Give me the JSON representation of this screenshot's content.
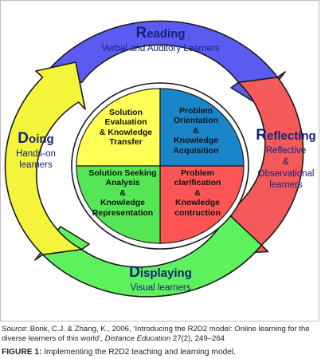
{
  "phases": {
    "reading": {
      "title_cap": "R",
      "title_rest": "eading",
      "subtitle": [
        "Verbal and Auditory Learners"
      ],
      "color": "#5b5bf2"
    },
    "reflecting": {
      "title_cap": "R",
      "title_rest": "eflecting",
      "subtitle": [
        "Reflective",
        "&",
        "Observational",
        "learners"
      ],
      "color": "#f45a5a"
    },
    "displaying": {
      "title_cap": "D",
      "title_rest": "isplaying",
      "subtitle": [
        "Visual learners"
      ],
      "color": "#5ef15e"
    },
    "doing": {
      "title_cap": "D",
      "title_rest": "oing",
      "subtitle": [
        "Hands-on",
        "learners"
      ],
      "color": "#f4f43a"
    }
  },
  "quadrants": {
    "top_left": {
      "lines": [
        "Solution",
        "Evaluation",
        "& Knowledge",
        "Transfer"
      ],
      "color": "#ffff55"
    },
    "top_right": {
      "lines": [
        "Problem",
        "Orientation",
        "&",
        "Knowledge",
        "Acquisition"
      ],
      "color": "#1a86c9"
    },
    "bottom_left": {
      "lines": [
        "Solution Seeking",
        "Analysis",
        "&",
        "Knowledge",
        "Representation"
      ],
      "color": "#55e655"
    },
    "bottom_right": {
      "lines": [
        "Problem",
        "clarification",
        "&",
        "Knowledge",
        "contruction"
      ],
      "color": "#ff5555"
    }
  },
  "source": {
    "label": "Source",
    "text_a": ": Bonk, C.J. & Zhang, K., 2006, ‘Introducing the R2D2 model: Online learning for the diverse learners of this world’, ",
    "journal": "Distance Education",
    "text_b": " 27(2), 249–264"
  },
  "caption": {
    "label": "FIGURE 1:",
    "text": " Implementing the R2D2 teaching and learning model."
  }
}
